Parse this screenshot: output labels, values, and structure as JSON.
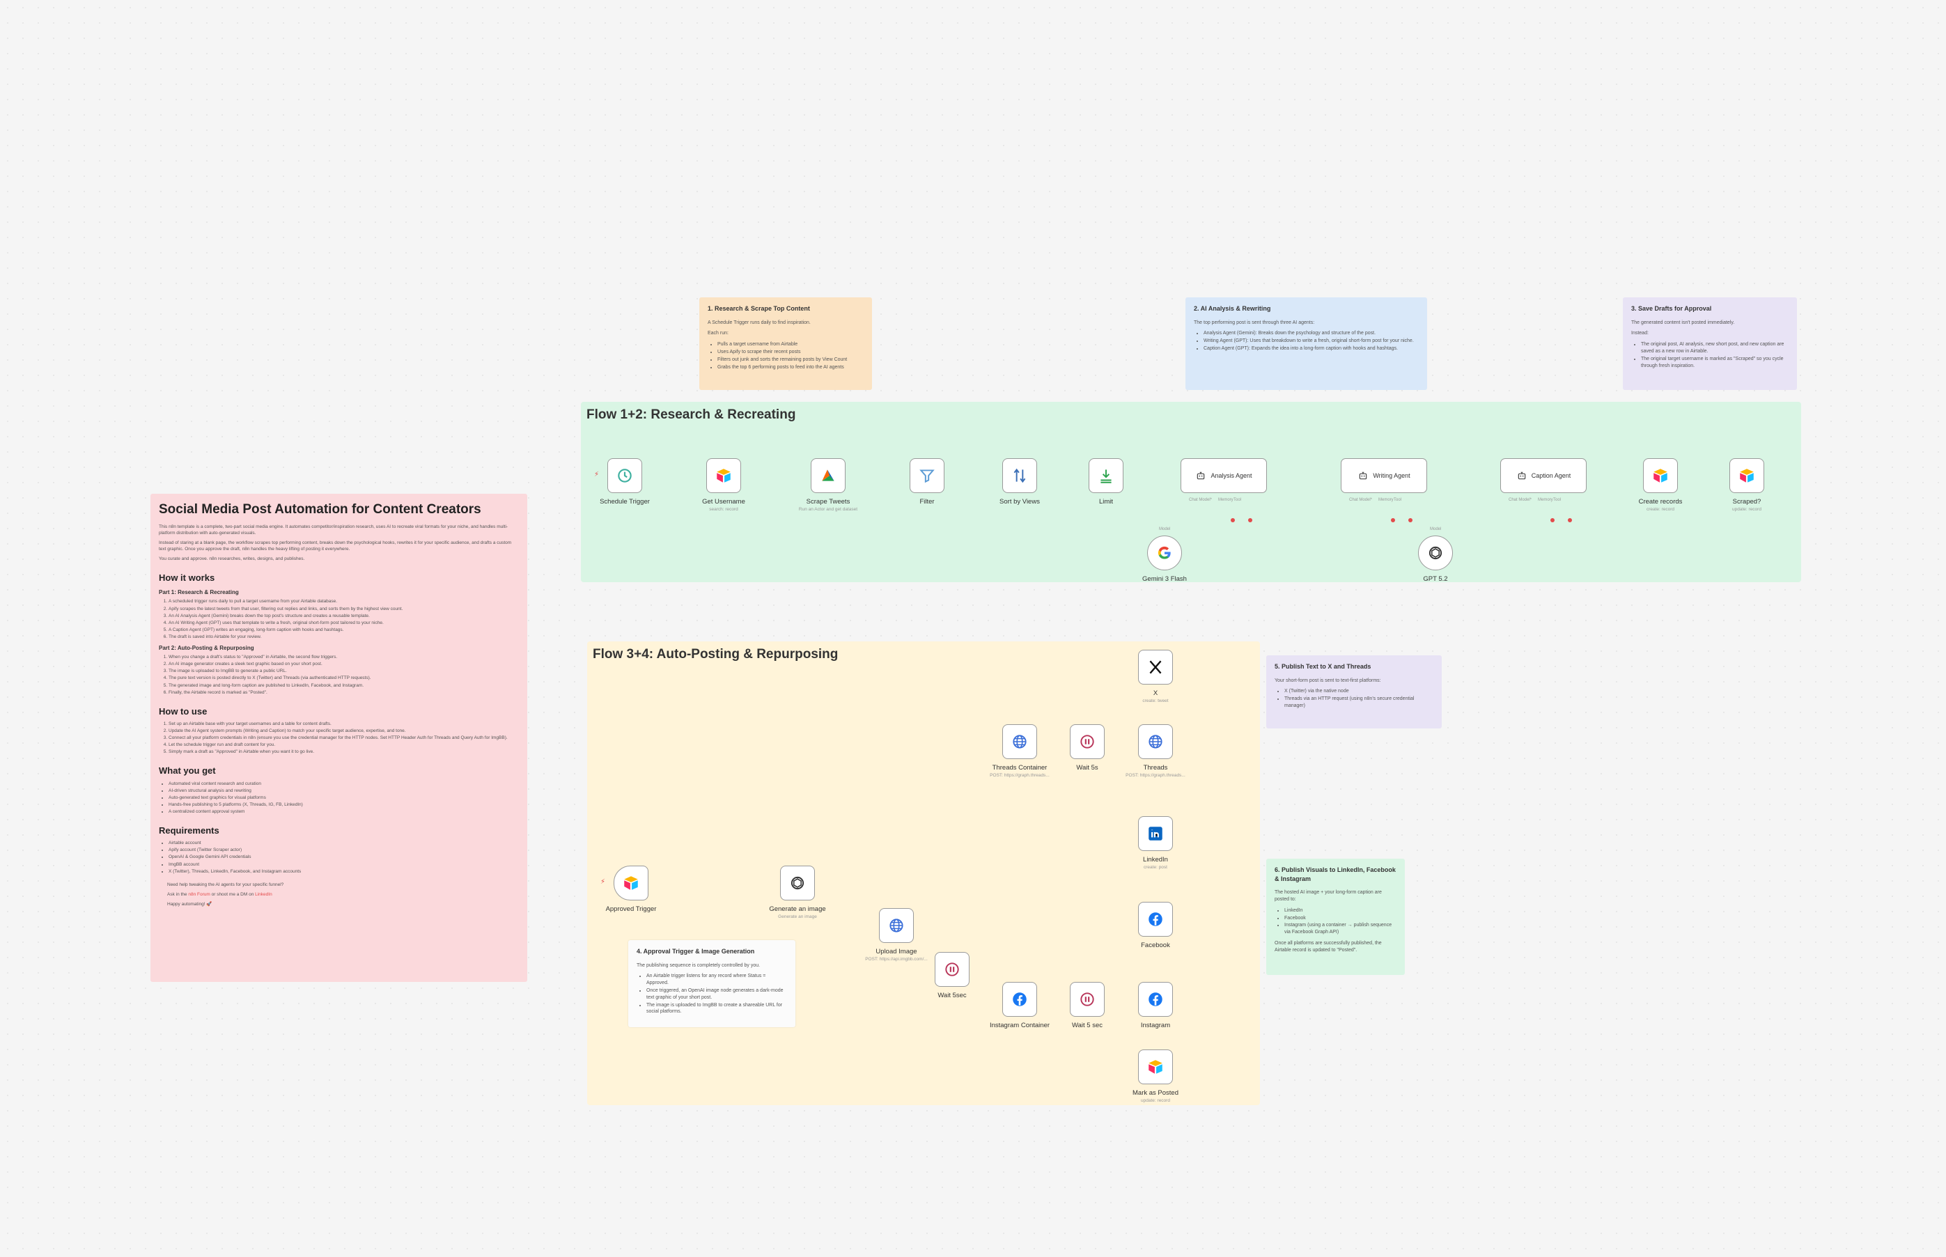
{
  "intro": {
    "title": "Social Media Post Automation for Content Creators",
    "paragraphs": [
      "This n8n template is a complete, two-part social media engine. It automates competitor/inspiration research, uses AI to recreate viral formats for your niche, and handles multi-platform distribution with auto-generated visuals.",
      "Instead of staring at a blank page, the workflow scrapes top performing content, breaks down the psychological hooks, rewrites it for your specific audience, and drafts a custom text graphic. Once you approve the draft, n8n handles the heavy lifting of posting it everywhere.",
      "You curate and approve. n8n researches, writes, designs, and publishes."
    ],
    "how_it_works": "How it works",
    "part1_title": "Part 1: Research & Recreating",
    "part1_steps": [
      "A scheduled trigger runs daily to pull a target username from your Airtable database.",
      "Apify scrapes the latest tweets from that user, filtering out replies and links, and sorts them by the highest view count.",
      "An AI Analysis Agent (Gemini) breaks down the top post's structure and creates a reusable template.",
      "An AI Writing Agent (GPT) uses that template to write a fresh, original short-form post tailored to your niche.",
      "A Caption Agent (GPT) writes an engaging, long-form caption with hooks and hashtags.",
      "The draft is saved into Airtable for your review."
    ],
    "part2_title": "Part 2: Auto-Posting & Repurposing",
    "part2_steps": [
      "When you change a draft's status to \"Approved\" in Airtable, the second flow triggers.",
      "An AI image generator creates a sleek text graphic based on your short post.",
      "The image is uploaded to ImgBB to generate a public URL.",
      "The pure text version is posted directly to X (Twitter) and Threads (via authenticated HTTP requests).",
      "The generated image and long-form caption are published to LinkedIn, Facebook, and Instagram.",
      "Finally, the Airtable record is marked as \"Posted\"."
    ],
    "how_to_use": "How to use",
    "use_steps": [
      "Set up an Airtable base with your target usernames and a table for content drafts.",
      "Update the AI Agent system prompts (Writing and Caption) to match your specific target audience, expertise, and tone.",
      "Connect all your platform credentials in n8n (ensure you use the credential manager for the HTTP nodes. Set HTTP Header Auth for Threads and Query Auth for ImgBB).",
      "Let the schedule trigger run and draft content for you.",
      "Simply mark a draft as \"Approved\" in Airtable when you want it to go live."
    ],
    "what_you_get": "What you get",
    "get_items": [
      "Automated viral content research and curation",
      "AI-driven structural analysis and rewriting",
      "Auto-generated text graphics for visual platforms",
      "Hands-free publishing to 5 platforms (X, Threads, IG, FB, LinkedIn)",
      "A centralized content approval system"
    ],
    "requirements": "Requirements",
    "req_items": [
      "Airtable account",
      "Apify account (Twitter Scraper actor)",
      "OpenAI & Google Gemini API credentials",
      "ImgBB account",
      "X (Twitter), Threads, LinkedIn, Facebook, and Instagram accounts"
    ],
    "help_line": "Need help tweaking the AI agents for your specific funnel?",
    "ask_prefix": "Ask in the",
    "forum_link": "n8n Forum",
    "ask_mid": "or shoot me a DM on",
    "dm_link": "LinkedIn",
    "sign_off": "Happy automating! 🚀"
  },
  "notes": {
    "note1": {
      "title": "1. Research & Scrape Top Content",
      "lines": [
        "A Schedule Trigger runs daily to find inspiration.",
        "Each run:"
      ],
      "items": [
        "Pulls a target username from Airtable",
        "Uses Apify to scrape their recent posts",
        "Filters out junk and sorts the remaining posts by View Count",
        "Grabs the top 6 performing posts to feed into the AI agents"
      ]
    },
    "note2": {
      "title": "2. AI Analysis & Rewriting",
      "lines": [
        "The top performing post is sent through three AI agents:"
      ],
      "items": [
        "Analysis Agent (Gemini): Breaks down the psychology and structure of the post.",
        "Writing Agent (GPT): Uses that breakdown to write a fresh, original short-form post for your niche.",
        "Caption Agent (GPT): Expands the idea into a long-form caption with hooks and hashtags."
      ]
    },
    "note3": {
      "title": "3. Save Drafts for Approval",
      "lines": [
        "The generated content isn't posted immediately.",
        "Instead:"
      ],
      "items": [
        "The original post, AI analysis, new short post, and new caption are saved as a new row in Airtable.",
        "The original target username is marked as \"Scraped\" so you cycle through fresh inspiration."
      ]
    },
    "note4": {
      "title": "4. Approval Trigger & Image Generation",
      "lines": [
        "The publishing sequence is completely controlled by you."
      ],
      "items": [
        "An Airtable trigger listens for any record where Status = Approved.",
        "Once triggered, an OpenAI image node generates a dark-mode text graphic of your short post.",
        "The image is uploaded to ImgBB to create a shareable URL for social platforms."
      ]
    },
    "note5": {
      "title": "5. Publish Text to X and Threads",
      "lines": [
        "Your short-form post is sent to text-first platforms:"
      ],
      "items": [
        "X (Twitter) via the native node",
        "Threads via an HTTP request (using n8n's secure credential manager)"
      ]
    },
    "note6": {
      "title": "6. Publish Visuals to LinkedIn, Facebook & Instagram",
      "lines": [
        "The hosted AI image + your long-form caption are posted to:"
      ],
      "items": [
        "LinkedIn",
        "Facebook",
        "Instagram (using a container → publish sequence via Facebook Graph API)"
      ],
      "footer": "Once all platforms are successfully published, the Airtable record is updated to \"Posted\"."
    }
  },
  "groups": {
    "flow12": "Flow 1+2: Research & Recreating",
    "flow34": "Flow 3+4: Auto-Posting & Repurposing"
  },
  "nodes": {
    "schedule": {
      "label": "Schedule Trigger",
      "icon": "clock-icon"
    },
    "get_username": {
      "label": "Get Username",
      "sub": "search: record",
      "icon": "airtable-icon"
    },
    "scrape": {
      "label": "Scrape Tweets",
      "sub": "Run an Actor and get dataset",
      "icon": "apify-icon"
    },
    "filter": {
      "label": "Filter",
      "icon": "filter-icon"
    },
    "sort": {
      "label": "Sort by Views",
      "icon": "sort-icon"
    },
    "limit": {
      "label": "Limit",
      "icon": "limit-icon"
    },
    "analysis": {
      "label": "Analysis Agent",
      "icon": "robot-icon"
    },
    "writing": {
      "label": "Writing Agent",
      "icon": "robot-icon"
    },
    "caption": {
      "label": "Caption Agent",
      "icon": "robot-icon"
    },
    "create": {
      "label": "Create records",
      "sub": "create: record",
      "icon": "airtable-icon"
    },
    "scraped": {
      "label": "Scraped?",
      "sub": "update: record",
      "icon": "airtable-icon"
    },
    "gemini": {
      "label": "Gemini 3 Flash",
      "icon": "google-icon"
    },
    "gpt": {
      "label": "GPT 5.2",
      "icon": "openai-icon"
    },
    "approved": {
      "label": "Approved Trigger",
      "icon": "airtable-icon"
    },
    "genimg": {
      "label": "Generate an image",
      "sub": "Generate an image",
      "icon": "openai-icon"
    },
    "upload": {
      "label": "Upload Image",
      "sub": "POST: https://api.imgbb.com/...",
      "icon": "globe-icon"
    },
    "wait5sec": {
      "label": "Wait 5sec",
      "icon": "pause-icon"
    },
    "x": {
      "label": "X",
      "sub": "create: tweet",
      "icon": "x-icon"
    },
    "threads_container": {
      "label": "Threads Container",
      "sub": "POST: https://graph.threads...",
      "icon": "globe-icon"
    },
    "wait5s": {
      "label": "Wait 5s",
      "icon": "pause-icon"
    },
    "threads": {
      "label": "Threads",
      "sub": "POST: https://graph.threads...",
      "icon": "globe-icon"
    },
    "linkedin": {
      "label": "LinkedIn",
      "sub": "create: post",
      "icon": "linkedin-icon"
    },
    "facebook": {
      "label": "Facebook",
      "icon": "facebook-icon"
    },
    "ig_container": {
      "label": "Instagram Container",
      "icon": "facebook-icon"
    },
    "wait5sec2": {
      "label": "Wait 5 sec",
      "icon": "pause-icon"
    },
    "instagram": {
      "label": "Instagram",
      "icon": "facebook-icon"
    },
    "mark": {
      "label": "Mark as Posted",
      "sub": "update: record",
      "icon": "airtable-icon"
    }
  },
  "ports": {
    "chat_model": "Chat Model*",
    "memory": "Memory",
    "tool": "Tool",
    "model": "Model"
  },
  "colors": {
    "flow12_bg": "#d9f5e4",
    "flow34_bg": "#fff4d9",
    "intro_bg": "#fbd9dc",
    "note1_bg": "#fbe3c3",
    "note2_bg": "#d9e8f9",
    "note3_bg": "#e8e3f5",
    "note5_bg": "#e8e3f5",
    "note6_bg": "#d9f5e4",
    "edge": "#b0b0b0",
    "accent": "#e34b4b"
  }
}
